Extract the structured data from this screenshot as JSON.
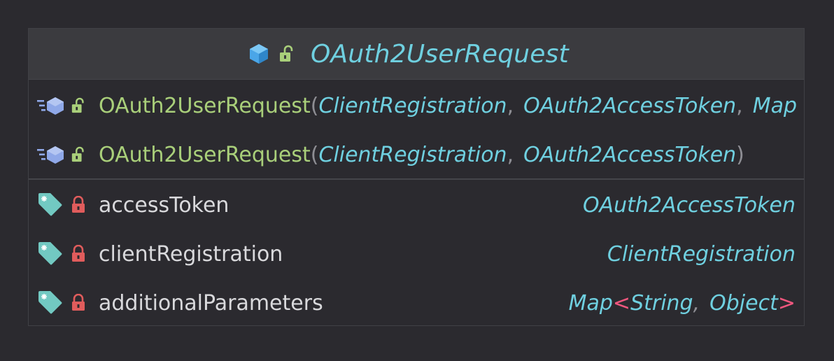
{
  "class": {
    "name": "OAuth2UserRequest",
    "icons": [
      "class-icon",
      "public-visibility-icon"
    ]
  },
  "constructors": [
    {
      "name": "OAuth2UserRequest",
      "open_paren": "(",
      "params": [
        "ClientRegistration",
        "OAuth2AccessToken",
        "Map"
      ],
      "separator": ",",
      "close_paren": ""
    },
    {
      "name": "OAuth2UserRequest",
      "open_paren": "(",
      "params": [
        "ClientRegistration",
        "OAuth2AccessToken"
      ],
      "separator": ",",
      "close_paren": ")"
    }
  ],
  "fields": [
    {
      "name": "accessToken",
      "type": "OAuth2AccessToken"
    },
    {
      "name": "clientRegistration",
      "type": "ClientRegistration"
    },
    {
      "name": "additionalParameters",
      "type_base": "Map",
      "type_open": "<",
      "type_args": [
        "String",
        "Object"
      ],
      "type_sep": ",",
      "type_close": ">"
    }
  ],
  "colors": {
    "background": "#2b2a2f",
    "header": "#3b3b3f",
    "type_italic": "#6fd0e0",
    "constructor": "#a9cf7a",
    "field_name": "#d9d9dc",
    "lock_private": "#e05c5c",
    "generic_angle": "#f0577e"
  }
}
